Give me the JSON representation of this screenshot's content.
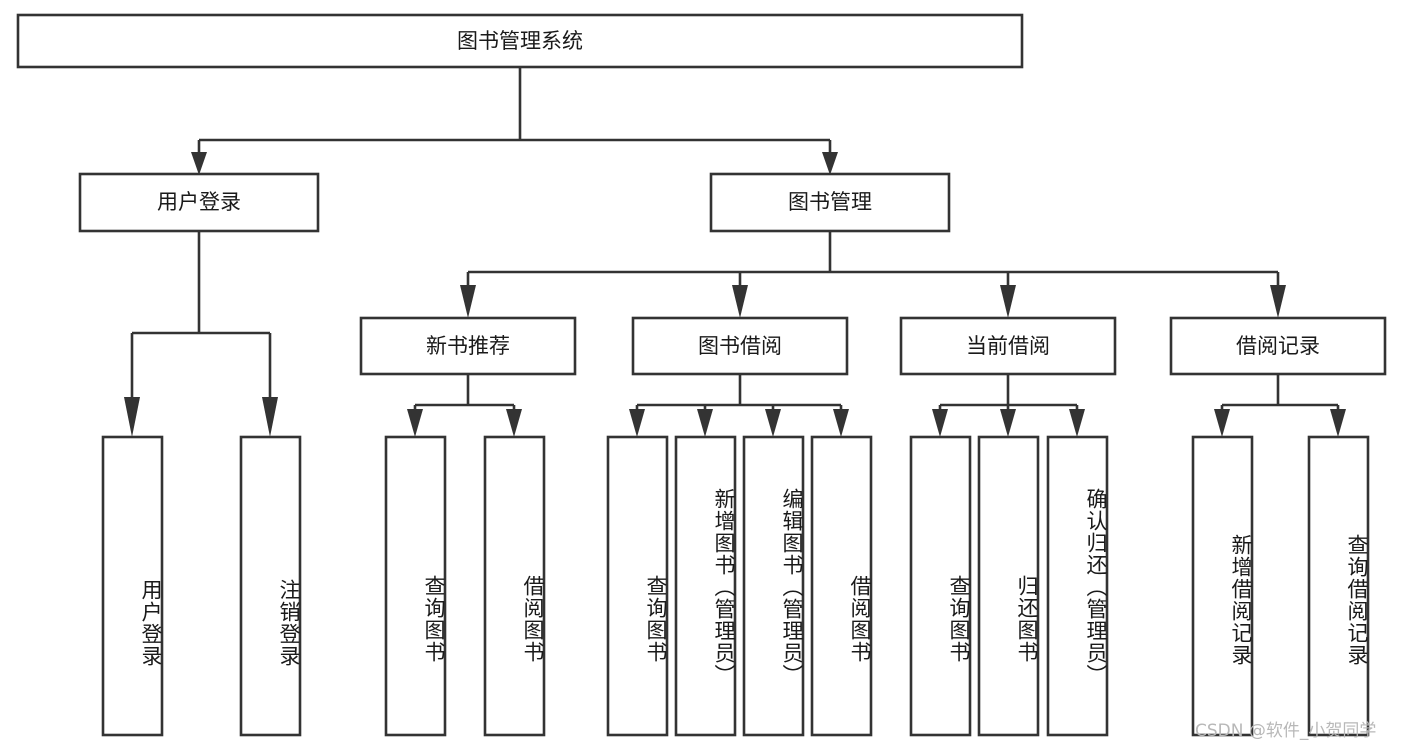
{
  "diagram": {
    "title": "图书管理系统",
    "type": "hierarchy-tree",
    "orientation": "top-down",
    "levels": 4,
    "root": {
      "id": "root",
      "label": "图书管理系统",
      "orientation": "horizontal"
    },
    "level2": [
      {
        "id": "user-login",
        "label": "用户登录",
        "orientation": "horizontal"
      },
      {
        "id": "book-manage",
        "label": "图书管理",
        "orientation": "horizontal"
      }
    ],
    "level3": [
      {
        "id": "new-book-rec",
        "label": "新书推荐",
        "parent": "book-manage",
        "orientation": "horizontal"
      },
      {
        "id": "book-borrow",
        "label": "图书借阅",
        "parent": "book-manage",
        "orientation": "horizontal"
      },
      {
        "id": "current-borrow",
        "label": "当前借阅",
        "parent": "book-manage",
        "orientation": "horizontal"
      },
      {
        "id": "borrow-record",
        "label": "借阅记录",
        "parent": "book-manage",
        "orientation": "horizontal"
      }
    ],
    "leaves": [
      {
        "id": "leaf-user-login",
        "label": "用户登录",
        "parent": "user-login",
        "orientation": "vertical"
      },
      {
        "id": "leaf-user-logout",
        "label": "注销登录",
        "parent": "user-login",
        "orientation": "vertical"
      },
      {
        "id": "leaf-query-book-1",
        "label": "查询图书",
        "parent": "new-book-rec",
        "orientation": "vertical"
      },
      {
        "id": "leaf-borrow-book-1",
        "label": "借阅图书",
        "parent": "new-book-rec",
        "orientation": "vertical"
      },
      {
        "id": "leaf-query-book-2",
        "label": "查询图书",
        "parent": "book-borrow",
        "orientation": "vertical"
      },
      {
        "id": "leaf-add-book",
        "label": "新增图书（管理员）",
        "parent": "book-borrow",
        "orientation": "vertical"
      },
      {
        "id": "leaf-edit-book",
        "label": "编辑图书（管理员）",
        "parent": "book-borrow",
        "orientation": "vertical"
      },
      {
        "id": "leaf-borrow-book-2",
        "label": "借阅图书",
        "parent": "book-borrow",
        "orientation": "vertical"
      },
      {
        "id": "leaf-query-book-3",
        "label": "查询图书",
        "parent": "current-borrow",
        "orientation": "vertical"
      },
      {
        "id": "leaf-return-book",
        "label": "归还图书",
        "parent": "current-borrow",
        "orientation": "vertical"
      },
      {
        "id": "leaf-confirm-return",
        "label": "确认归还（管理员）",
        "parent": "current-borrow",
        "orientation": "vertical"
      },
      {
        "id": "leaf-add-record",
        "label": "新增借阅记录",
        "parent": "borrow-record",
        "orientation": "vertical"
      },
      {
        "id": "leaf-query-record",
        "label": "查询借阅记录",
        "parent": "borrow-record",
        "orientation": "vertical"
      }
    ],
    "colors": {
      "box_fill": "#ffffff",
      "box_stroke": "#333333",
      "text": "#1a1a1a",
      "background": "#ffffff",
      "watermark": "#b8b8b8"
    }
  },
  "watermark": {
    "text": "CSDN @软件_小贺同学"
  }
}
